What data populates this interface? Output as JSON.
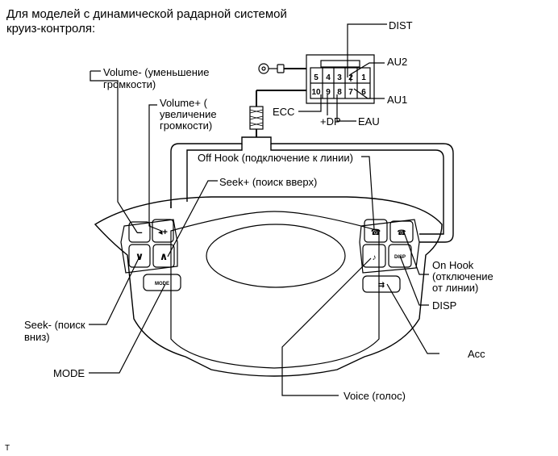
{
  "header": {
    "line1": "Для моделей с динамической радарной системой",
    "line2": "круиз-контроля:"
  },
  "connector": {
    "pins_top": [
      "5",
      "4",
      "3",
      "2",
      "1"
    ],
    "pins_bottom": [
      "10",
      "9",
      "8",
      "7",
      "6"
    ]
  },
  "labels": {
    "dist": "DIST",
    "au2": "AU2",
    "au1": "AU1",
    "ecc": "ECC",
    "dp": "+DP",
    "eau": "EAU",
    "volume_minus_1": "Volume- (уменьшение",
    "volume_minus_2": "громкости)",
    "volume_plus_1": "Volume+ (",
    "volume_plus_2": "увеличение",
    "volume_plus_3": "громкости)",
    "off_hook": "Off Hook (подключение к линии)",
    "seek_plus": "Seek+ (поиск вверх)",
    "on_hook_1": "On Hook",
    "on_hook_2": "(отключение",
    "on_hook_3": "от линии)",
    "disp": "DISP",
    "seek_minus_1": "Seek- (поиск",
    "seek_minus_2": "вниз)",
    "mode": "MODE",
    "acc": "Acc",
    "voice": "Voice (голос)"
  },
  "buttons": {
    "minus": "–",
    "vol_plus": "◂+",
    "seek_down": "∨",
    "seek_up": "∧",
    "mode": "MODE",
    "off_hook": "☎",
    "on_hook": "☎",
    "voice": "♪",
    "disp": "DISP",
    "acc": "⇉"
  },
  "footer": {
    "mark": "T"
  }
}
